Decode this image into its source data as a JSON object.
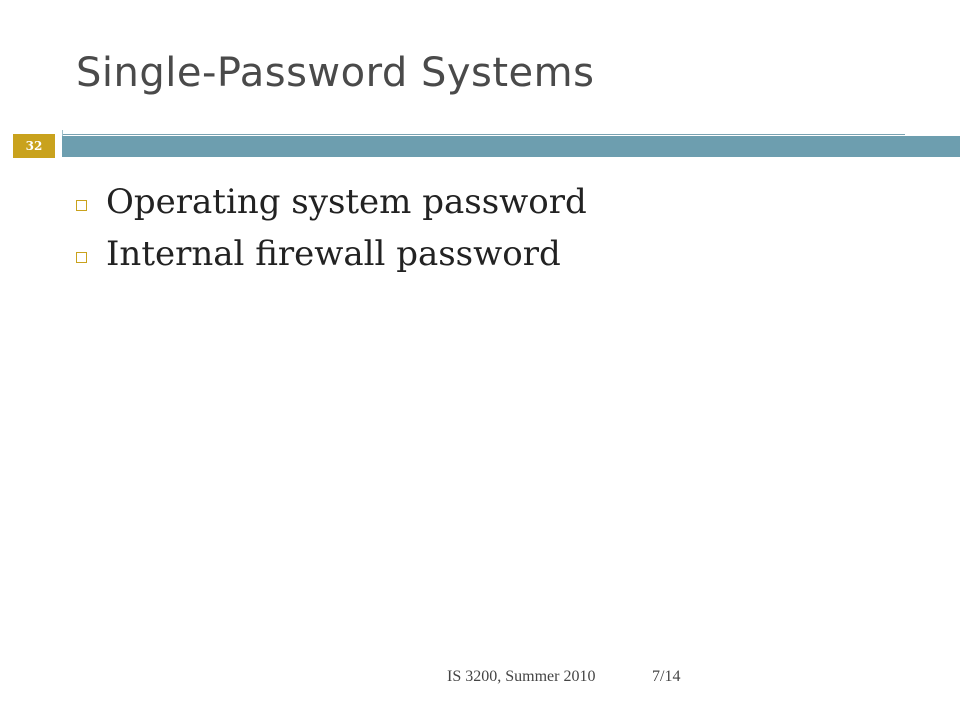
{
  "slide": {
    "title": "Single-Password Systems",
    "slide_number": "32",
    "bullets": [
      {
        "text": "Operating system password"
      },
      {
        "text": "Internal firewall password"
      }
    ],
    "footer_course": "IS 3200, Summer 2010",
    "footer_date": "7/14"
  },
  "colors": {
    "accent_bar": "#6d9eaf",
    "slide_number_badge": "#c9a21d",
    "bullet_marker": "#c9a21d",
    "title_text": "#4a4a4a"
  },
  "icons": {
    "bullet_marker": "hollow-square-bullet"
  }
}
